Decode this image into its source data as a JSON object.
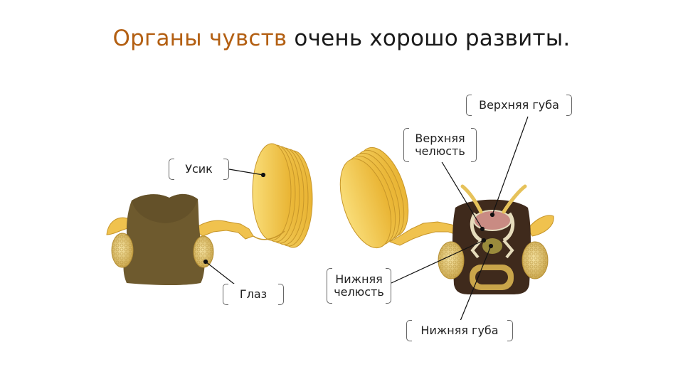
{
  "title": {
    "accent": "Органы чувств",
    "rest": " очень хорошо развиты."
  },
  "labels": {
    "antenna": "Усик",
    "eye": "Глаз",
    "upper_lip": "Верхняя губа",
    "upper_jaw_line1": "Верхняя",
    "upper_jaw_line2": "челюсть",
    "lower_jaw_line1": "Нижняя",
    "lower_jaw_line2": "челюсть",
    "lower_lip": "Нижняя губа"
  },
  "colors": {
    "title_accent": "#b35f12",
    "head_dark": "#6e5a2e",
    "head_face": "#3f2a1c",
    "antenna_yellow": "#f3c54a",
    "eye_yellow": "#e7c76a"
  }
}
